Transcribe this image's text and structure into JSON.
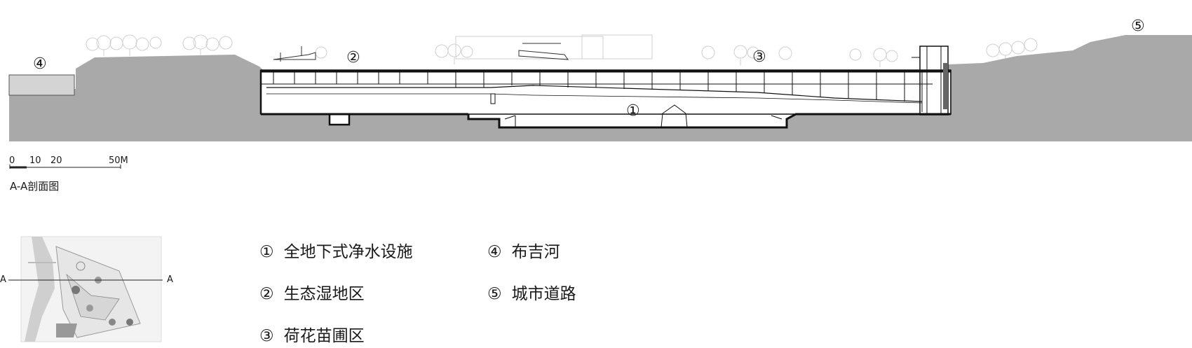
{
  "section": {
    "callouts": [
      "①",
      "②",
      "③",
      "④",
      "⑤"
    ],
    "scale_labels": [
      "0",
      "10",
      "20",
      "50M"
    ],
    "title": "A-A剖面图"
  },
  "keymap": {
    "cut_label_left": "A",
    "cut_label_right": "A"
  },
  "legend": [
    {
      "num": "①",
      "text": "全地下式净水设施"
    },
    {
      "num": "②",
      "text": "生态湿地区"
    },
    {
      "num": "③",
      "text": "荷花苗圃区"
    },
    {
      "num": "④",
      "text": "布吉河"
    },
    {
      "num": "⑤",
      "text": "城市道路"
    }
  ],
  "colors": {
    "ground": "#a9a9a9",
    "river_wall": "#d4d4d4",
    "structure": "#111111",
    "tree_outline": "#c8c8c8"
  }
}
